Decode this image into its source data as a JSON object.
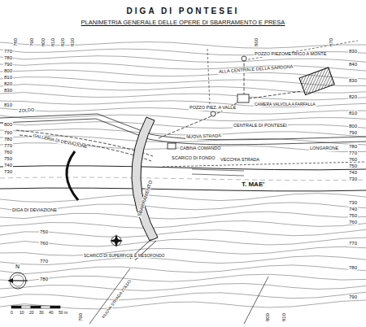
{
  "diagram": {
    "title": "DIGA DI PONTESEI",
    "labels": [
      "PLANIMETRIA GENERALE DELLE OPERE DI SBARRAMENTO E PRESA",
      "780",
      "790",
      "800",
      "810",
      "820",
      "830",
      "860",
      "870",
      "770",
      "780",
      "790",
      "800",
      "810",
      "820",
      "830",
      "810",
      "800",
      "790",
      "780",
      "770",
      "760",
      "750",
      "740",
      "730",
      "750",
      "760",
      "770",
      "780",
      "830",
      "840",
      "830",
      "820",
      "810",
      "800",
      "790",
      "780",
      "770",
      "760",
      "750",
      "740",
      "730",
      "730",
      "740",
      "750",
      "760",
      "770",
      "780",
      "790",
      "790",
      "800",
      "810",
      "0",
      "10",
      "20",
      "30",
      "40",
      "50 m",
      "POZZO PIEZOMETRICO A MONTE",
      "ALLA CENTRALE DELLA SARDONA",
      "CAMERA VALVOLA A FARFALLA",
      "POZZO PIEZ. A VALLE",
      "CENTRALE DI PONTESEI",
      "GALLERIA DI DEVIAZIONE",
      "NUOVA STRADA",
      "CABINA COMANDO",
      "SCARICO DI FONDO",
      "VECCHIA STRADA",
      "T. MAE'",
      "SBARRAMENTO",
      "DIGA DI DEVIAZIONE",
      "SCARICO DI SUPERFICIE E MESOFONDO",
      "N",
      "ZOLDO",
      "LONGARONE",
      "NUOVA STRADA ZOLDO"
    ]
  }
}
